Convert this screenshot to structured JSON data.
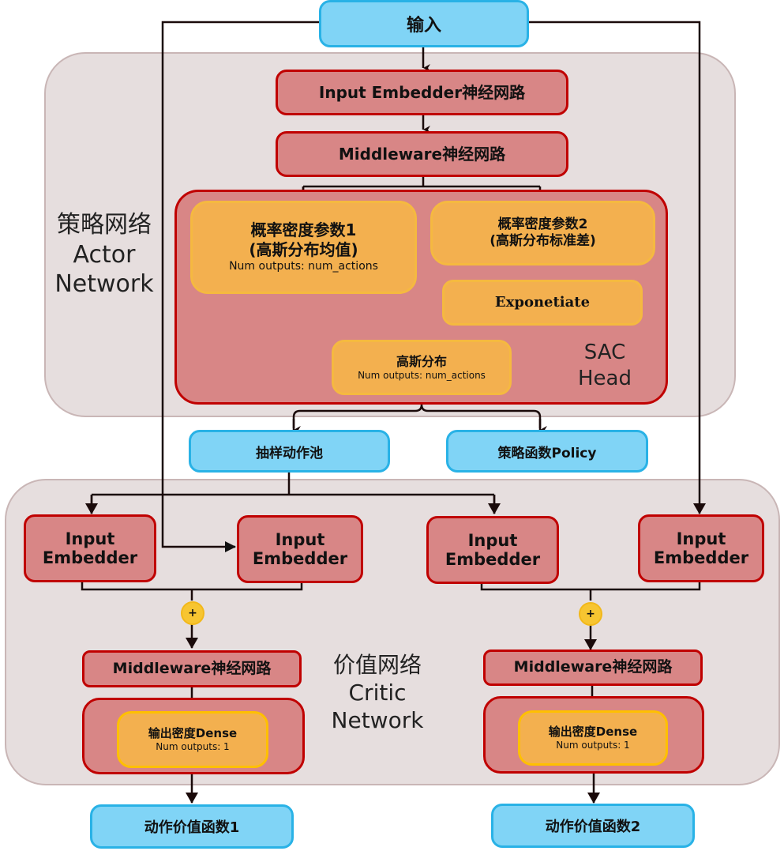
{
  "input": {
    "label": "输入"
  },
  "actor": {
    "title_cn": "策略网络",
    "title_en_line1": "Actor",
    "title_en_line2": "Network",
    "input_embedder": "Input Embedder神经网路",
    "middleware": "Middleware神经网路",
    "sac_head": {
      "label_line1": "SAC",
      "label_line2": "Head",
      "param1": {
        "line1": "概率密度参数1",
        "line2": "(高斯分布均值)",
        "sub": "Num outputs: num_actions"
      },
      "param2": {
        "line1": "概率密度参数2",
        "line2": "(高斯分布标准差)"
      },
      "exponentiate": "Exponetiate",
      "gaussian": {
        "title": "高斯分布",
        "sub": "Num  outputs:  num_actions"
      }
    }
  },
  "outputs": {
    "sampled_actions": "抽样动作池",
    "policy": "策略函数Policy"
  },
  "critic": {
    "title_cn": "价值网络",
    "title_en_line1": "Critic",
    "title_en_line2": "Network",
    "embedders": [
      {
        "line1": "Input",
        "line2": "Embedder"
      },
      {
        "line1": "Input",
        "line2": "Embedder"
      },
      {
        "line1": "Input",
        "line2": "Embedder"
      },
      {
        "line1": "Input",
        "line2": "Embedder"
      }
    ],
    "plus_symbol": "+",
    "branches": [
      {
        "middleware": "Middleware神经网路",
        "dense_title": "输出密度Dense",
        "dense_sub": "Num  outputs:  1",
        "output": "动作价值函数1"
      },
      {
        "middleware": "Middleware神经网路",
        "dense_title": "输出密度Dense",
        "dense_sub": "Num  outputs:  1",
        "output": "动作价值函数2"
      }
    ]
  },
  "colors": {
    "panel_bg": "#e6dede",
    "blue_fill": "#80d4f6",
    "blue_border": "#29b2e6",
    "red_fill": "#d88686",
    "red_border": "#c00000",
    "orange_fill": "#f3b04f",
    "plus_fill": "#f7c531",
    "wire": "#2a1414"
  }
}
